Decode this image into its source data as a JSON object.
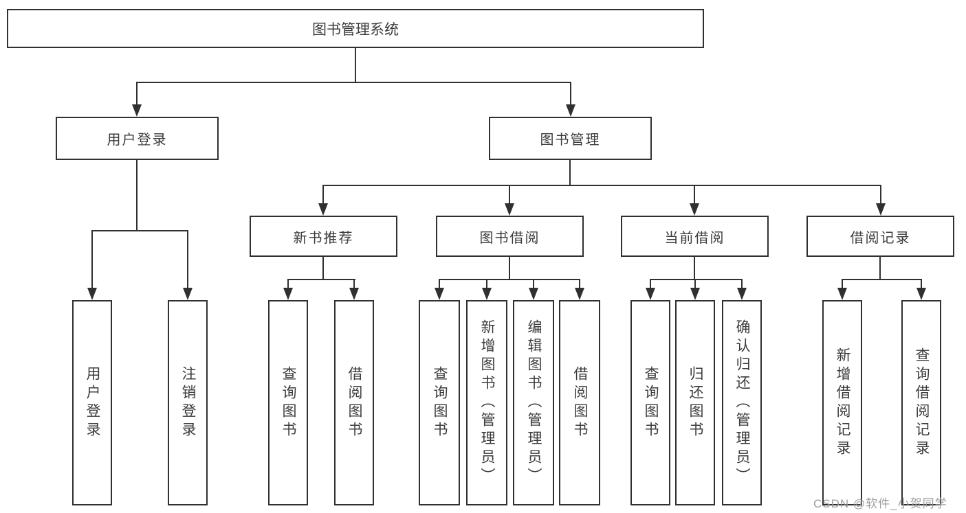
{
  "diagram": {
    "root": {
      "label": "图书管理系统"
    },
    "branches": [
      {
        "label": "用户登录",
        "leaves": [
          {
            "label": "用户登录"
          },
          {
            "label": "注销登录"
          }
        ]
      },
      {
        "label": "图书管理",
        "groups": [
          {
            "label": "新书推荐",
            "leaves": [
              {
                "label": "查询图书"
              },
              {
                "label": "借阅图书"
              }
            ]
          },
          {
            "label": "图书借阅",
            "leaves": [
              {
                "label": "查询图书"
              },
              {
                "label": "新增图书（管理员）"
              },
              {
                "label": "编辑图书（管理员）"
              },
              {
                "label": "借阅图书"
              }
            ]
          },
          {
            "label": "当前借阅",
            "leaves": [
              {
                "label": "查询图书"
              },
              {
                "label": "归还图书"
              },
              {
                "label": "确认归还（管理员）"
              }
            ]
          },
          {
            "label": "借阅记录",
            "leaves": [
              {
                "label": "新增借阅记录"
              },
              {
                "label": "查询借阅记录"
              }
            ]
          }
        ]
      }
    ]
  },
  "watermark": {
    "text": "CSDN @软件_小贺同学"
  },
  "colors": {
    "line": "#303030",
    "text": "#3b3b3b",
    "background": "#ffffff",
    "watermark": "#9e9e9e"
  }
}
